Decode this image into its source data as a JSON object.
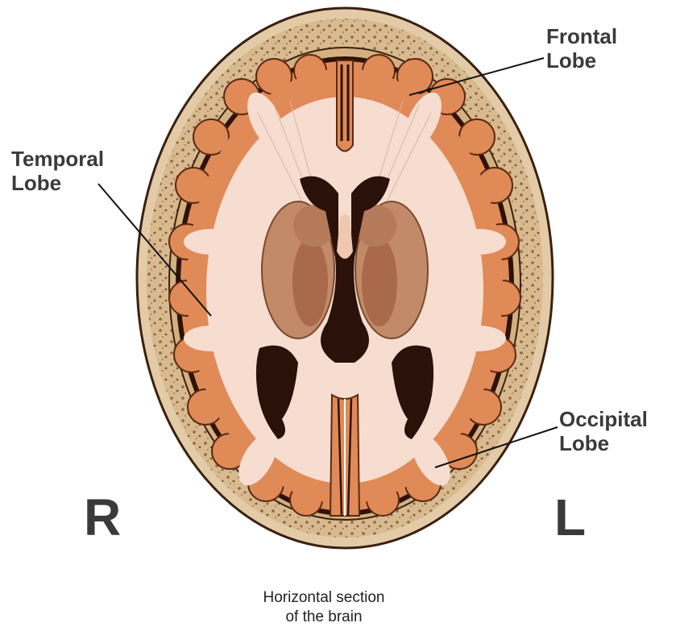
{
  "labels": {
    "frontal": [
      "Frontal",
      "Lobe"
    ],
    "temporal": [
      "Temporal",
      "Lobe"
    ],
    "occipital": [
      "Occipital",
      "Lobe"
    ]
  },
  "sides": {
    "right": "R",
    "left": "L"
  },
  "caption": [
    "Horizontal section",
    "of the brain"
  ],
  "colors": {
    "skull_outer": "#d7b58c",
    "skull_dots": "#8a6a3c",
    "gray_matter": "#e08a58",
    "white_matter": "#f6ddd0",
    "ventricle": "#2a120a",
    "basal_ganglia": "#b57a5a",
    "outline": "#3a1a0a",
    "text": "#3a3a3a"
  }
}
